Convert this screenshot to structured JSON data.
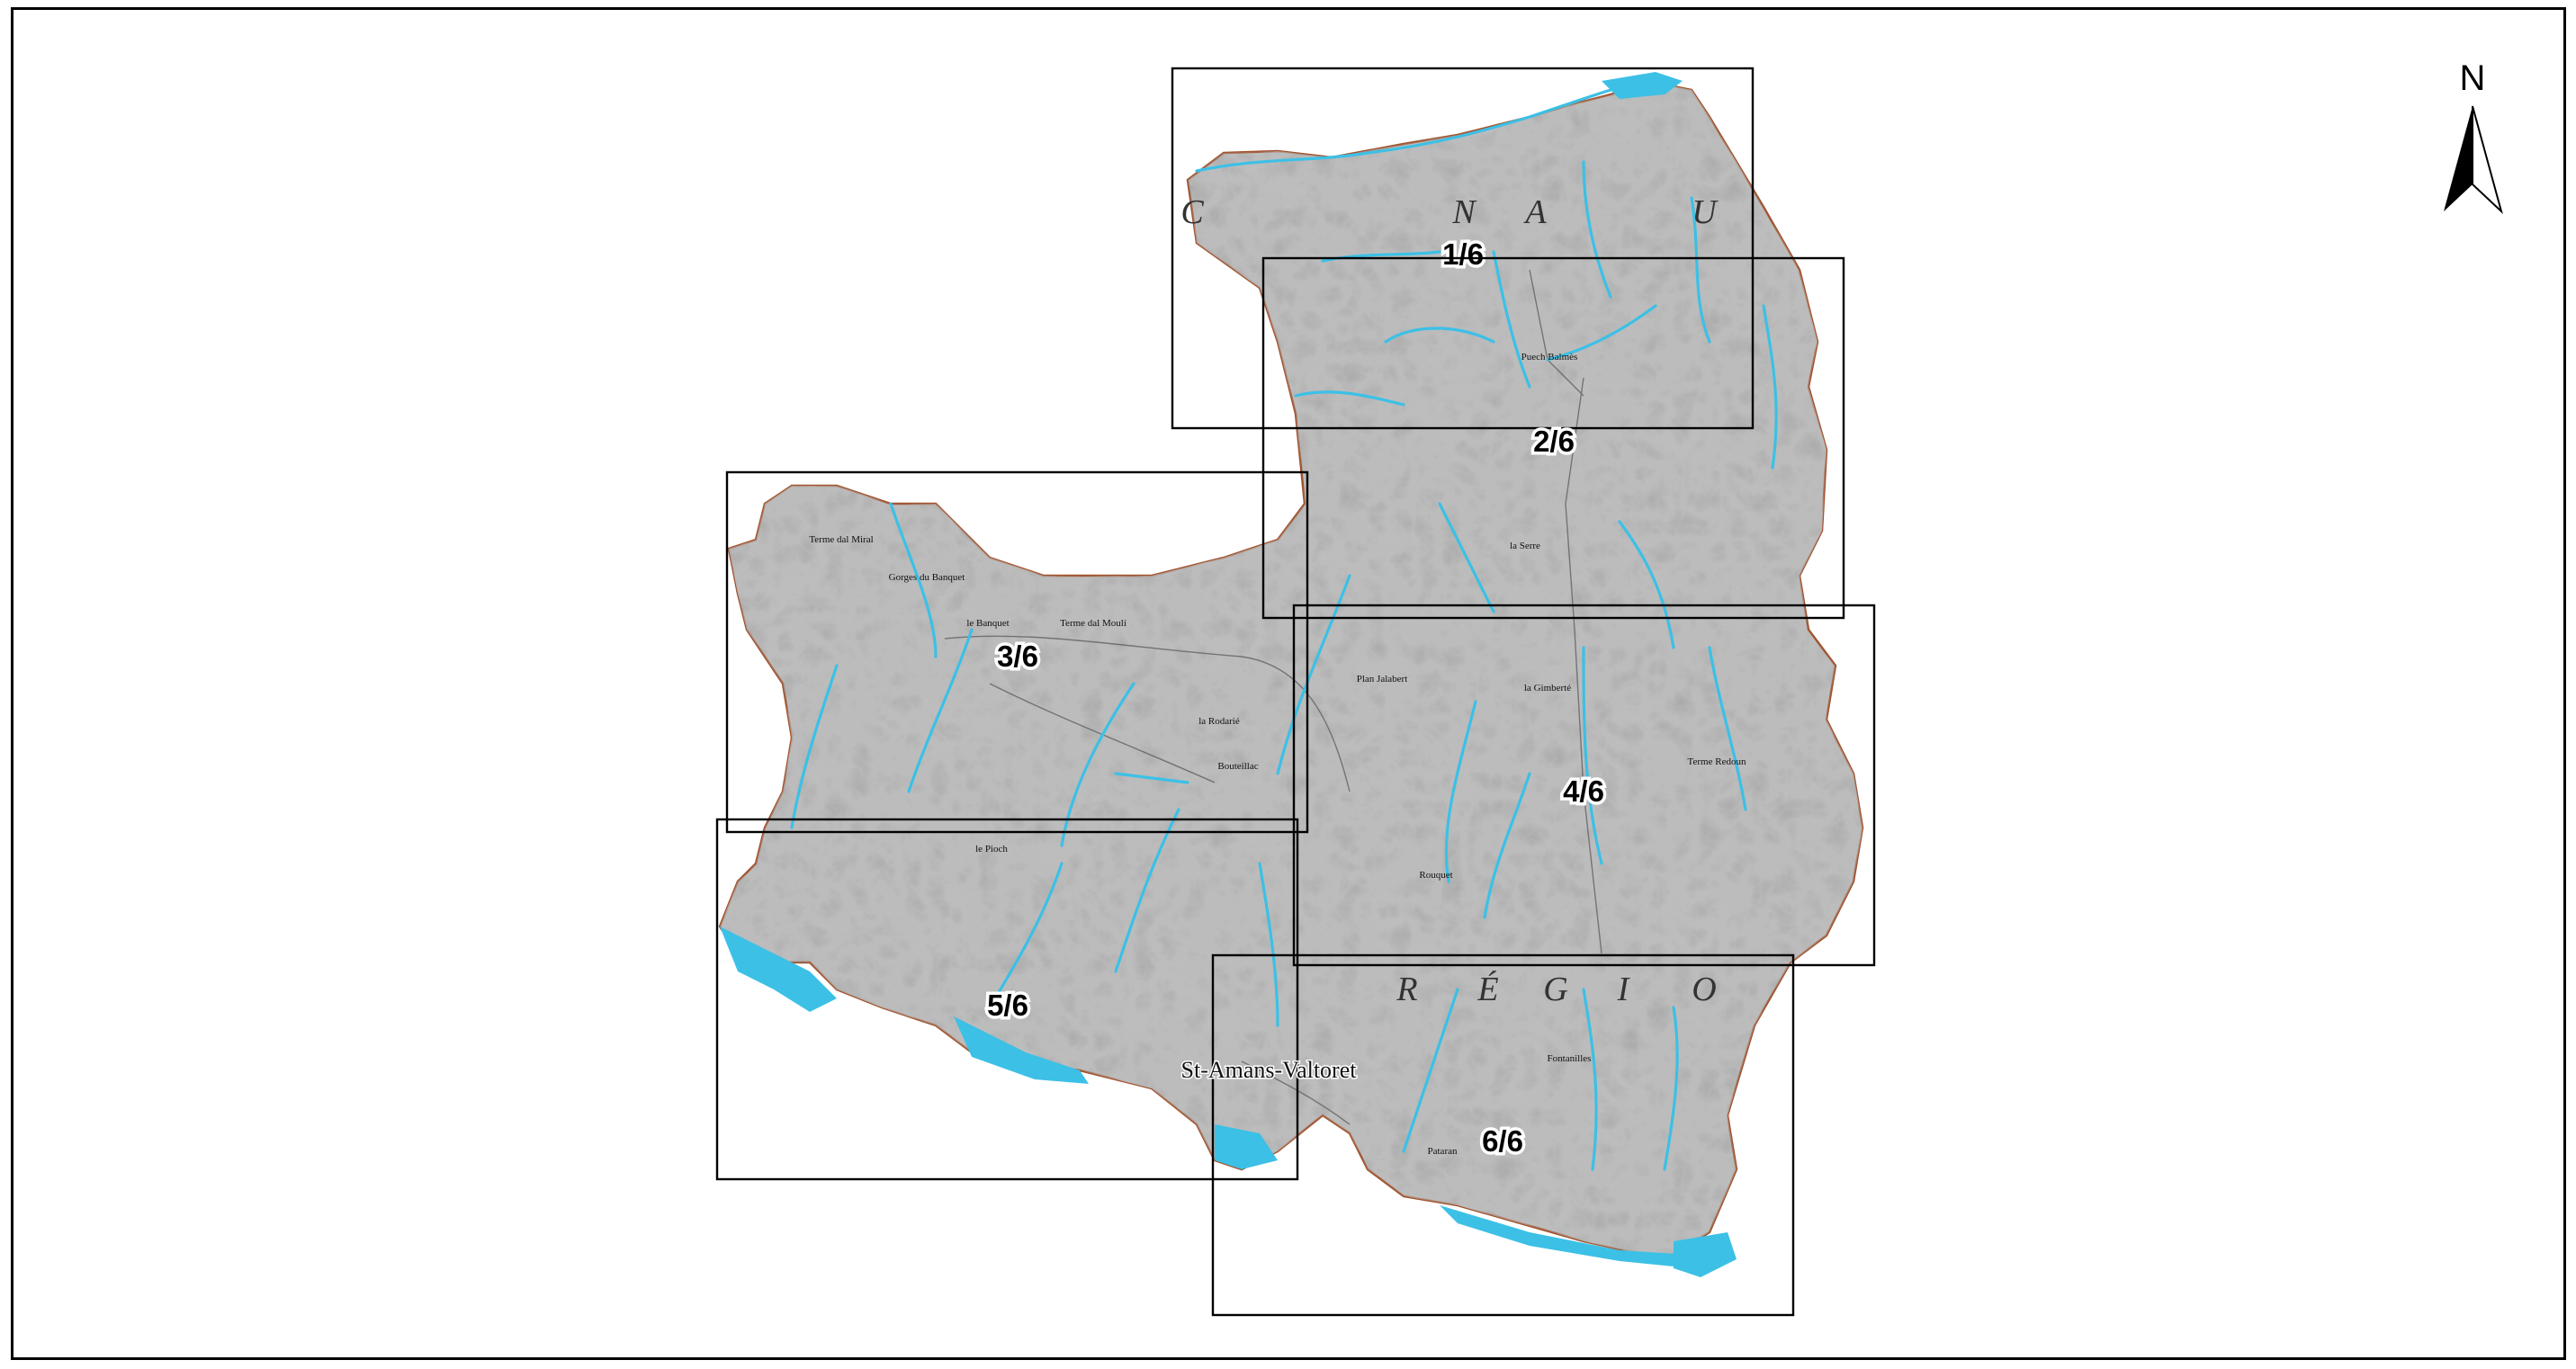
{
  "map": {
    "north_label": "N",
    "colors": {
      "water": "#3cc0e6",
      "relief_light": "#eeeeee",
      "relief_dark": "#8f8f8f",
      "boundary": "#a0522d",
      "tile_border": "#000000"
    },
    "tiles": [
      {
        "label": "1/6"
      },
      {
        "label": "2/6"
      },
      {
        "label": "3/6"
      },
      {
        "label": "4/6"
      },
      {
        "label": "5/6"
      },
      {
        "label": "6/6"
      }
    ],
    "region_letters": {
      "top": [
        "C",
        "N",
        "A",
        "U"
      ],
      "bottom": [
        "R",
        "É",
        "G",
        "I",
        "O"
      ]
    },
    "town": "St-Amans-Valtoret",
    "places": [
      "Terme dal Miral",
      "Gorges du Banquet",
      "le Banquet",
      "Terme dal Moulí",
      "Plan Jalabert",
      "la Rodarié",
      "Bouteillac",
      "le Pioch",
      "Puech Balmès",
      "la Serre",
      "la Gimberté",
      "Terme Redoun",
      "Rouquet",
      "Fontanilles",
      "Pataran"
    ]
  }
}
